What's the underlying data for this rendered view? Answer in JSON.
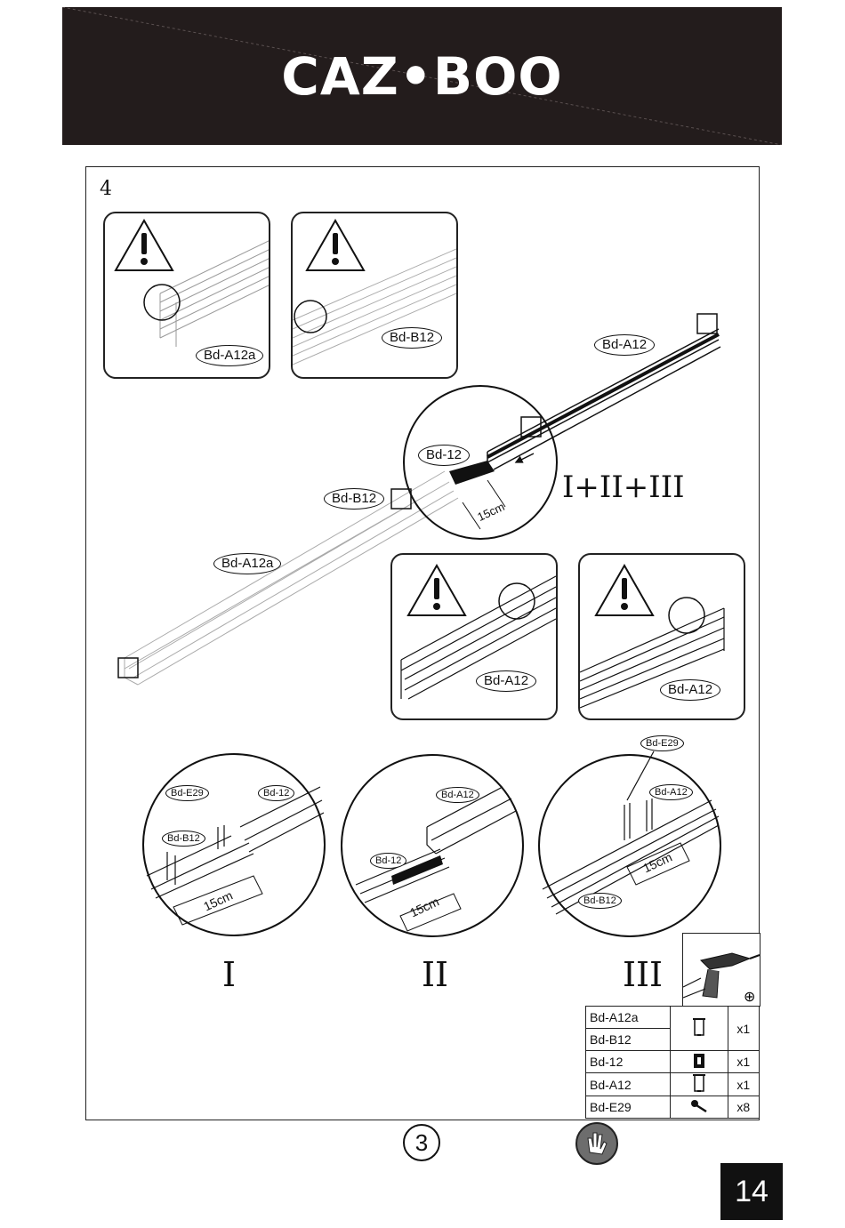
{
  "header": {
    "brand": "CAZ•BOO"
  },
  "step_number": "4",
  "labels": {
    "panel1": "Bd-A12a",
    "panel2": "Bd-B12",
    "main_a12": "Bd-A12",
    "main_12": "Bd-12",
    "main_b12": "Bd-B12",
    "main_a12a": "Bd-A12a",
    "main_15cm": "15cm",
    "combo": "I+II+III",
    "panel3": "Bd-A12",
    "panel4": "Bd-A12",
    "c1_e29": "Bd-E29",
    "c1_12": "Bd-12",
    "c1_b12": "Bd-B12",
    "c1_15cm": "15cm",
    "c2_a12": "Bd-A12",
    "c2_12": "Bd-12",
    "c2_15cm": "15cm",
    "c3_e29": "Bd-E29",
    "c3_a12": "Bd-A12",
    "c3_15cm": "15cm",
    "c3_b12": "Bd-B12",
    "roman1": "I",
    "roman2": "II",
    "roman3": "III"
  },
  "parts_table": [
    {
      "name": "Bd-A12a",
      "icon": "rail-icon",
      "qty": "x1"
    },
    {
      "name": "Bd-B12",
      "icon": "rail-icon",
      "qty": ""
    },
    {
      "name": "Bd-12",
      "icon": "connector-icon",
      "qty": "x1"
    },
    {
      "name": "Bd-A12",
      "icon": "rail-icon",
      "qty": "x1"
    },
    {
      "name": "Bd-E29",
      "icon": "screw-icon",
      "qty": "x8"
    }
  ],
  "footer": {
    "persons": "3",
    "page": "14"
  }
}
